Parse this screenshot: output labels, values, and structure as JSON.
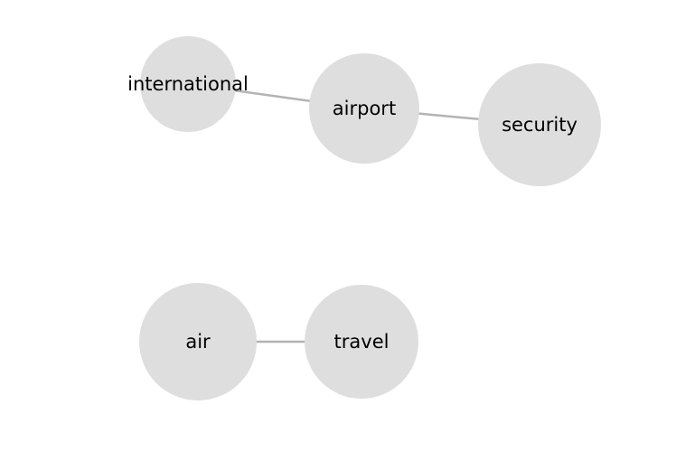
{
  "graph": {
    "nodes": [
      {
        "id": "international",
        "label": "international"
      },
      {
        "id": "airport",
        "label": "airport"
      },
      {
        "id": "security",
        "label": "security"
      },
      {
        "id": "air",
        "label": "air"
      },
      {
        "id": "travel",
        "label": "travel"
      }
    ],
    "edges": [
      {
        "source": "international",
        "target": "airport"
      },
      {
        "source": "airport",
        "target": "security"
      },
      {
        "source": "air",
        "target": "travel"
      }
    ],
    "colors": {
      "node_fill": "#dedede",
      "edge": "#b3b3b3",
      "label": "#000000"
    }
  }
}
